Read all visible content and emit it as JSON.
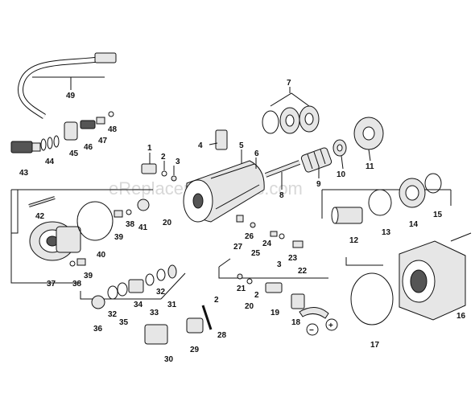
{
  "watermark": "eReplacementParts.com",
  "labels": {
    "p1": "1",
    "p2a": "2",
    "p2b": "2",
    "p2c": "2",
    "p3a": "3",
    "p3b": "3",
    "p4": "4",
    "p5": "5",
    "p6": "6",
    "p7": "7",
    "p8": "8",
    "p9": "9",
    "p10": "10",
    "p11": "11",
    "p12": "12",
    "p13": "13",
    "p14": "14",
    "p15": "15",
    "p16": "16",
    "p17": "17",
    "p18": "18",
    "p19": "19",
    "p20a": "20",
    "p20b": "20",
    "p21": "21",
    "p22": "22",
    "p23": "23",
    "p24": "24",
    "p25": "25",
    "p26": "26",
    "p27": "27",
    "p28": "28",
    "p29": "29",
    "p30": "30",
    "p31": "31",
    "p32a": "32",
    "p32b": "32",
    "p33": "33",
    "p34": "34",
    "p35": "35",
    "p36": "36",
    "p37": "37",
    "p38a": "38",
    "p38b": "38",
    "p39a": "39",
    "p39b": "39",
    "p40": "40",
    "p41": "41",
    "p42": "42",
    "p43": "43",
    "p44": "44",
    "p45": "45",
    "p46": "46",
    "p47": "47",
    "p48": "48",
    "p49": "49"
  },
  "symbols": {
    "minus": "−",
    "plus": "+"
  }
}
